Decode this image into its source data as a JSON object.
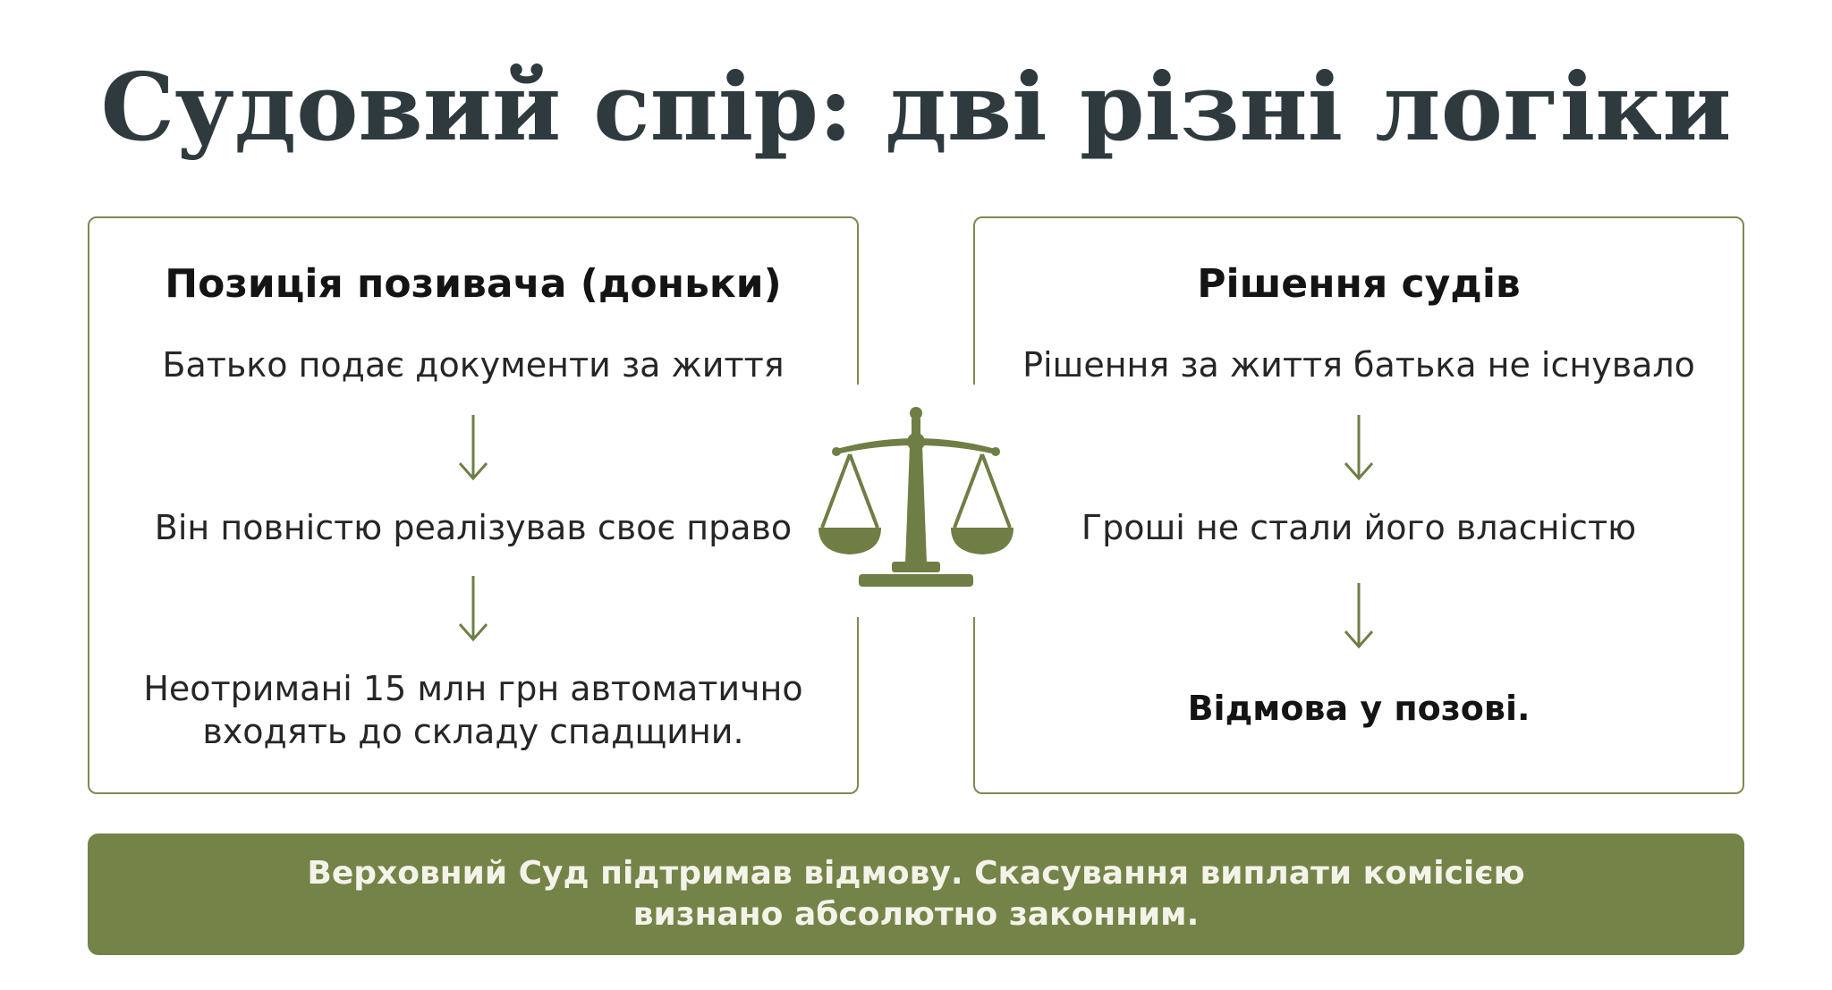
{
  "title": "Судовий спір: дві різні логіки",
  "left_panel": {
    "heading": "Позиція позивача (доньки)",
    "steps": [
      "Батько подає документи за життя",
      "Він повністю реалізував своє право",
      "Неотримані 15 млн грн автоматично входять до складу спадщини."
    ]
  },
  "right_panel": {
    "heading": "Рішення судів",
    "steps": [
      "Рішення за життя батька не існувало",
      "Гроші не стали його власністю",
      "Відмова у позові."
    ]
  },
  "banner": {
    "text_line1": "Верховний Суд підтримав відмову. Скасування виплати комісією",
    "text_line2": "визнано абсолютно законним."
  },
  "icons": {
    "center": "scales-of-justice-icon",
    "step_arrow": "arrow-down-icon"
  },
  "colors": {
    "accent_olive": "#748347",
    "border_olive": "#7c8a52",
    "title_slate": "#2f3a3f",
    "banner_text": "#f4f3ea"
  }
}
